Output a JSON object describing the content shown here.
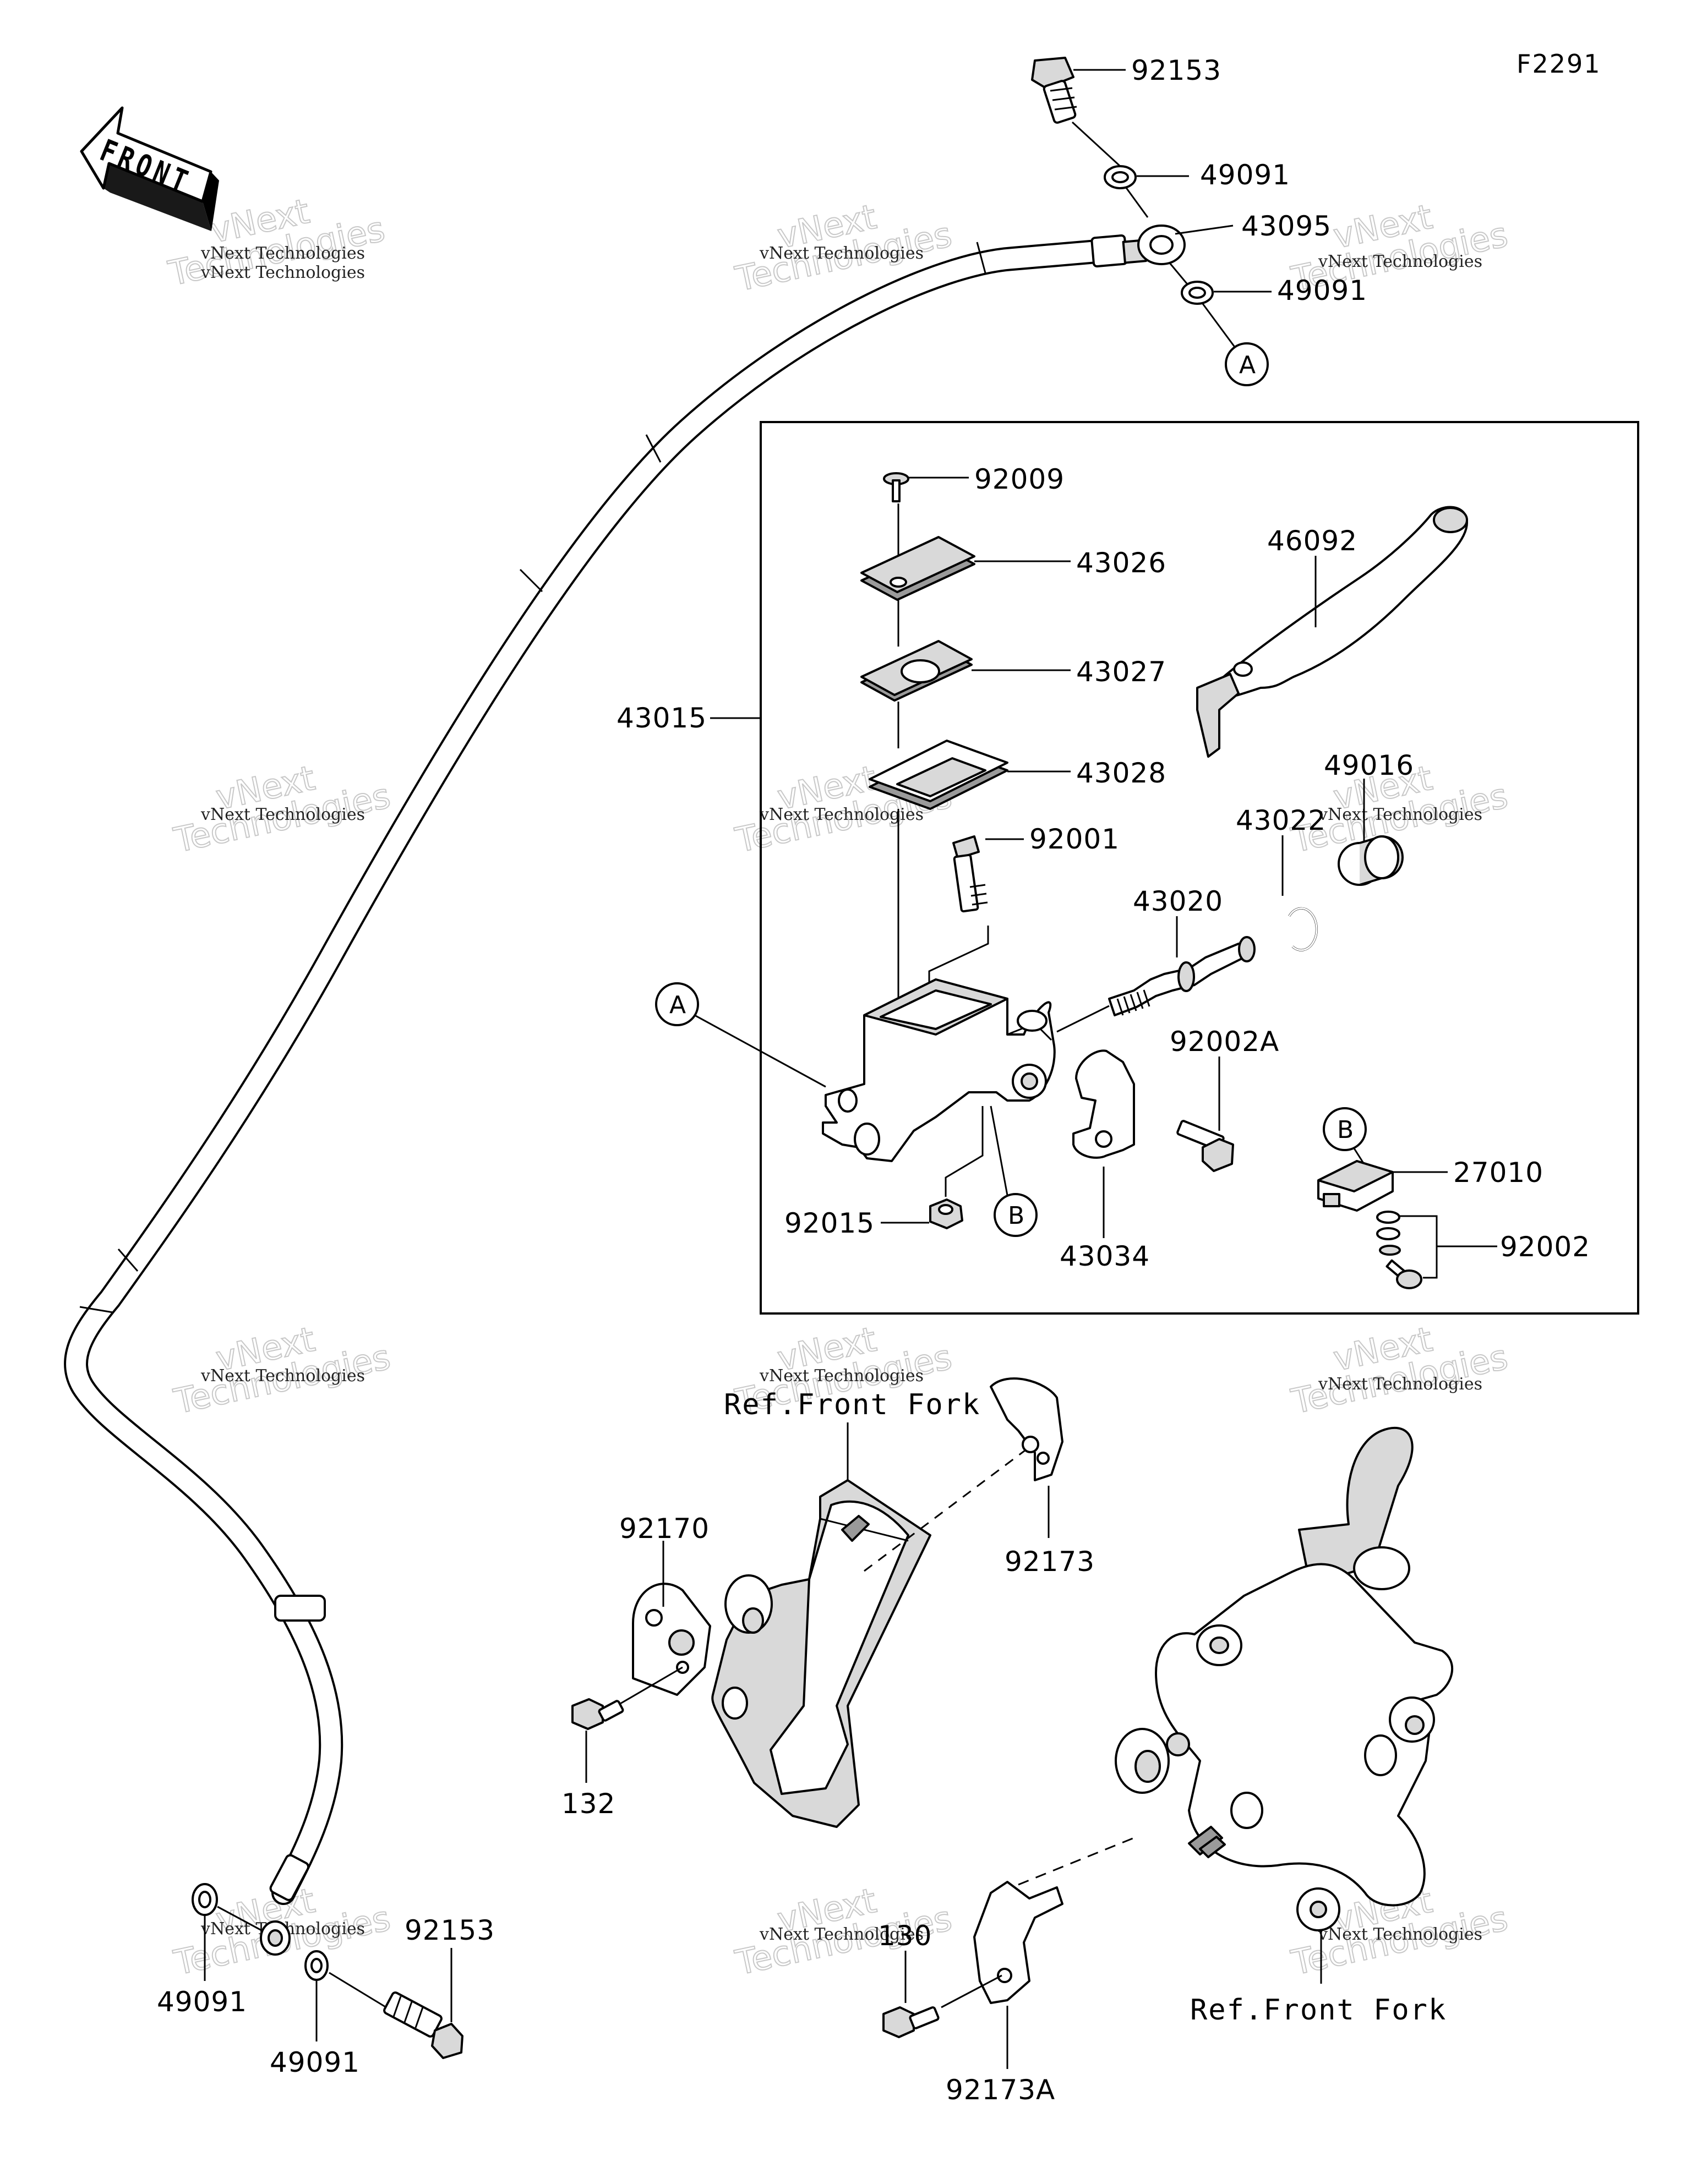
{
  "figure_code": "F2291",
  "front_arrow_text": "FRONT",
  "watermark": {
    "line1": "vNext Technologies",
    "line2": "vNext",
    "line3": "Technologies"
  },
  "callouts": {
    "A": "A",
    "B": "B"
  },
  "part_numbers": {
    "top_banjo_bolt": "92153",
    "top_washer_upper": "49091",
    "brake_hose": "43095",
    "top_washer_lower": "49091",
    "reservoir_screw": "92009",
    "reservoir_cap": "43026",
    "cap_plate": "43027",
    "diaphragm": "43028",
    "lever": "46092",
    "master_cylinder_assy": "43015",
    "pivot_bolt": "92001",
    "bushing": "49016",
    "snap_ring": "43022",
    "piston_kit": "43020",
    "clamp_bolt": "92002A",
    "clamp_holder": "43034",
    "nut": "92015",
    "brake_switch": "27010",
    "switch_screw": "92002",
    "hose_guide_upper": "92173",
    "clamp_92170": "92170",
    "bolt_132": "132",
    "bolt_130": "130",
    "hose_guide_lower": "92173A",
    "bottom_banjo_bolt": "92153",
    "bottom_washer_left": "49091",
    "bottom_washer_right": "49091"
  },
  "references": {
    "upper_fork": "Ref.Front Fork",
    "lower_fork": "Ref.Front Fork"
  }
}
